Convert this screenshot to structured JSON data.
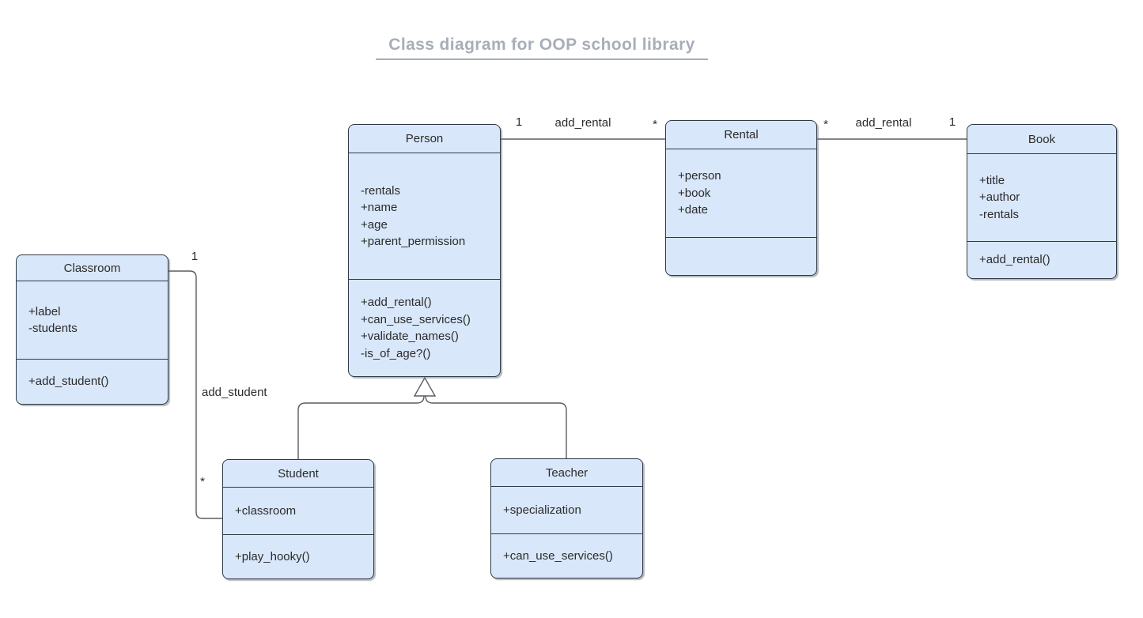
{
  "title": {
    "text": "Class diagram for OOP school library"
  },
  "colors": {
    "box_fill": "#d9e7fa",
    "box_border": "#2f3a45",
    "connector": "#585d63",
    "title_gray": "#a8aeb8",
    "text": "#2b2b2b"
  },
  "classes": [
    {
      "name": "Person",
      "attributes": [
        "-rentals",
        "+name",
        "+age",
        "+parent_permission"
      ],
      "methods": [
        "+add_rental()",
        "+can_use_services()",
        "+validate_names()",
        "-is_of_age?()"
      ]
    },
    {
      "name": "Rental",
      "attributes": [
        "+person",
        "+book",
        "+date"
      ],
      "methods": []
    },
    {
      "name": "Book",
      "attributes": [
        "+title",
        "+author",
        "-rentals"
      ],
      "methods": [
        "+add_rental()"
      ]
    },
    {
      "name": "Classroom",
      "attributes": [
        "+label",
        "-students"
      ],
      "methods": [
        "+add_student()"
      ]
    },
    {
      "name": "Student",
      "attributes": [
        "+classroom"
      ],
      "methods": [
        "+play_hooky()"
      ]
    },
    {
      "name": "Teacher",
      "attributes": [
        "+specialization"
      ],
      "methods": [
        "+can_use_services()"
      ]
    }
  ],
  "relationships": [
    {
      "type": "association",
      "from": "Person",
      "to": "Rental",
      "label": "add_rental",
      "from_multiplicity": "1",
      "to_multiplicity": "*"
    },
    {
      "type": "association",
      "from": "Rental",
      "to": "Book",
      "label": "add_rental",
      "from_multiplicity": "*",
      "to_multiplicity": "1"
    },
    {
      "type": "association",
      "from": "Classroom",
      "to": "Student",
      "label": "add_student",
      "from_multiplicity": "1",
      "to_multiplicity": "*"
    },
    {
      "type": "inheritance",
      "parent": "Person",
      "children": [
        "Student",
        "Teacher"
      ]
    }
  ]
}
